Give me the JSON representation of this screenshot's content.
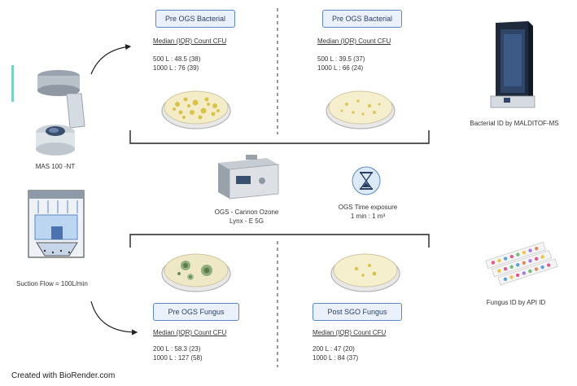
{
  "top_left": {
    "title": "Pre OGS Bacterial",
    "heading": "Median (IQR) Count CFU",
    "line1": "500 L   : 48.5 (38)",
    "line2": "1000 L :   76 (39)"
  },
  "top_right": {
    "title": "Pre OGS Bacterial",
    "heading": "Median (IQR) Count CFU",
    "line1": "500 L   : 39.5 (37)",
    "line2": "1000 L :   66 (24)"
  },
  "bottom_left": {
    "title": "Pre OGS Fungus",
    "heading": "Median (IQR) Count CFU",
    "line1": "200 L   : 58.3 (23)",
    "line2": "1000 L : 127 (58)"
  },
  "bottom_right": {
    "title": "Post SGO Fungus",
    "heading": "Median (IQR) Count CFU",
    "line1": "200 L   : 47 (20)",
    "line2": "1000 L : 84 (37)"
  },
  "left": {
    "sampler_label": "MAS 100 -NT",
    "flow_label": "Suction Flow = 100L/min"
  },
  "center": {
    "ogs_line1": "OGS - Cannon Ozone",
    "ogs_line2": "Lynx - E 5G",
    "exposure_line1": "OGS Time exposure",
    "exposure_line2": "1 min :  1 m³"
  },
  "right": {
    "bacterial_id": "Bacterial  ID by MALDITOF-MS",
    "fungus_id": "Fungus ID by API ID"
  },
  "footer": {
    "credit": "Created with BioRender.com"
  },
  "colors": {
    "box_border": "#5a86c4",
    "box_fill": "#eaf1fb",
    "bacteria_colony": "#d9c24a",
    "fungus_colony": "#6a8f5a"
  },
  "icons": [
    "air-sampler-icon",
    "suction-chamber-icon",
    "ozone-generator-icon",
    "hourglass-icon",
    "maldi-tof-instrument-icon",
    "api-strip-icon",
    "petri-dish-icon"
  ]
}
